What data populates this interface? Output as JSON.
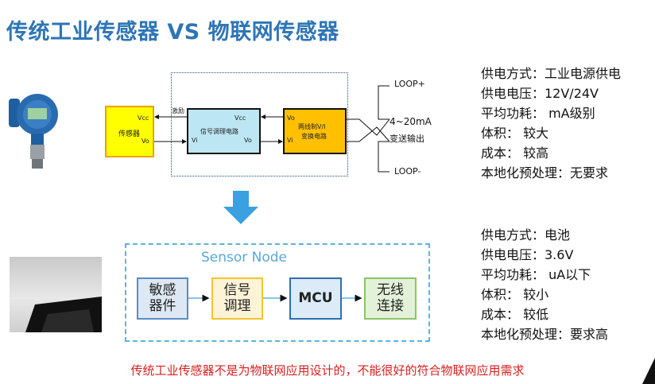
{
  "title": "传统工业传感器 VS 物联网传感器",
  "top_diagram": {
    "sensor": {
      "label": "传感器",
      "vcc": "Vcc",
      "vo": "Vo"
    },
    "excite": "激励",
    "conditioner": {
      "label": "信号调理电路",
      "vcc": "Vcc",
      "vi": "Vi",
      "vo": "Vo"
    },
    "converter": {
      "label_line1": "两线制V/I",
      "label_line2": "变换电路",
      "vo": "Vo",
      "vi": "Vi"
    },
    "loop_plus": "LOOP+",
    "loop_minus": "LOOP-",
    "output_line1": "4~20mA",
    "output_line2": "变送输出"
  },
  "traditional_specs": [
    "供电方式：工业电源供电",
    "供电电压：12V/24V",
    "平均功耗： mA级别",
    "体积： 较大",
    "成本： 较高",
    "本地化预处理：无要求"
  ],
  "sensor_node": {
    "title": "Sensor Node",
    "blocks": [
      {
        "line1": "敏感",
        "line2": "器件"
      },
      {
        "line1": "信号",
        "line2": "调理"
      },
      {
        "line1": "MCU",
        "line2": ""
      },
      {
        "line1": "无线",
        "line2": "连接"
      }
    ]
  },
  "iot_specs": [
    "供电方式：电池",
    "供电电压：3.6V",
    "平均功耗： uA以下",
    "体积： 较小",
    "成本： 较低",
    "本地化预处理：要求高"
  ],
  "footer": "传统工业传感器不是为物联网应用设计的，不能很好的符合物联网应用需求",
  "colors": {
    "title": "#2e75b6",
    "footer": "#d92020",
    "arrow": "#3aa0e0",
    "node_frame": "#5ab4dc"
  }
}
